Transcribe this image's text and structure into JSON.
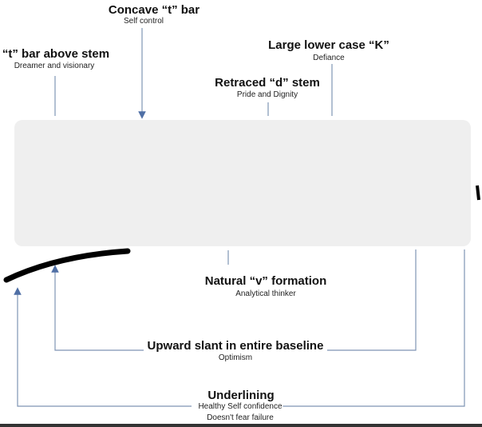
{
  "labels": [
    {
      "title": "Concave “t” bar",
      "sub": "Self control"
    },
    {
      "title": "“t” bar above stem",
      "sub": "Dreamer and visionary"
    },
    {
      "title": "Large lower case “K”",
      "sub": "Defiance"
    },
    {
      "title": "Retraced “d” stem",
      "sub": "Pride and Dignity"
    },
    {
      "title": "Natural “v” formation",
      "sub": "Analytical thinker"
    },
    {
      "title": "Upward slant in entire baseline",
      "sub": "Optimism"
    },
    {
      "title": "Underlining",
      "sub": "Healthy Self confidence",
      "sub2": "Doesn't fear failure"
    }
  ],
  "colors": {
    "line": "#7f95b5",
    "box": "#efefef"
  }
}
